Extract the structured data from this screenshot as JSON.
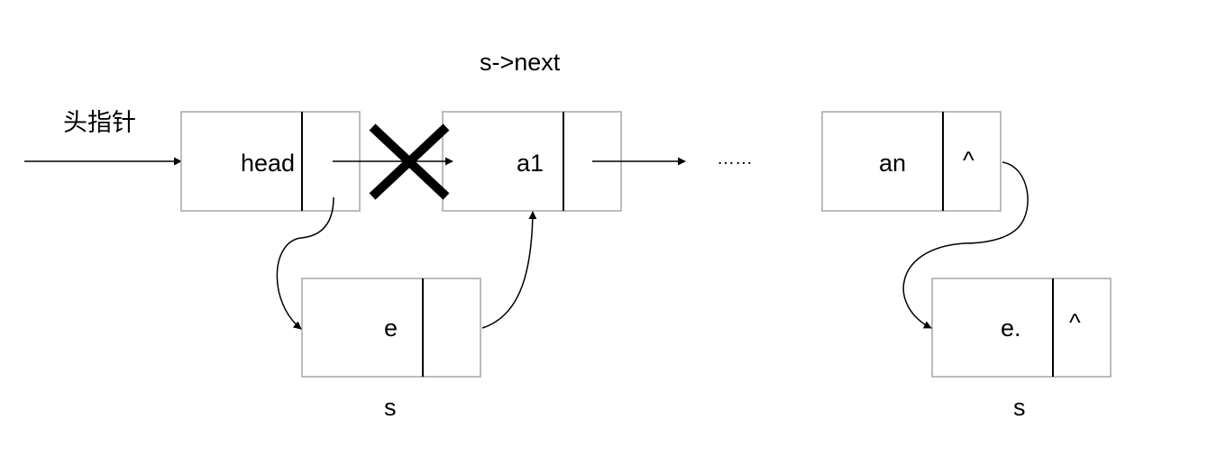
{
  "head_pointer_label": "头指针",
  "next_label": "s->next",
  "nodes": {
    "head": {
      "data": "head",
      "pointer": ""
    },
    "a1": {
      "data": "a1",
      "pointer": ""
    },
    "an": {
      "data": "an",
      "pointer": "^"
    },
    "s_middle": {
      "data": "e",
      "pointer": "",
      "caption": "s"
    },
    "s_tail": {
      "data": "e.",
      "pointer": "^",
      "caption": "s"
    }
  },
  "ellipsis": "……"
}
